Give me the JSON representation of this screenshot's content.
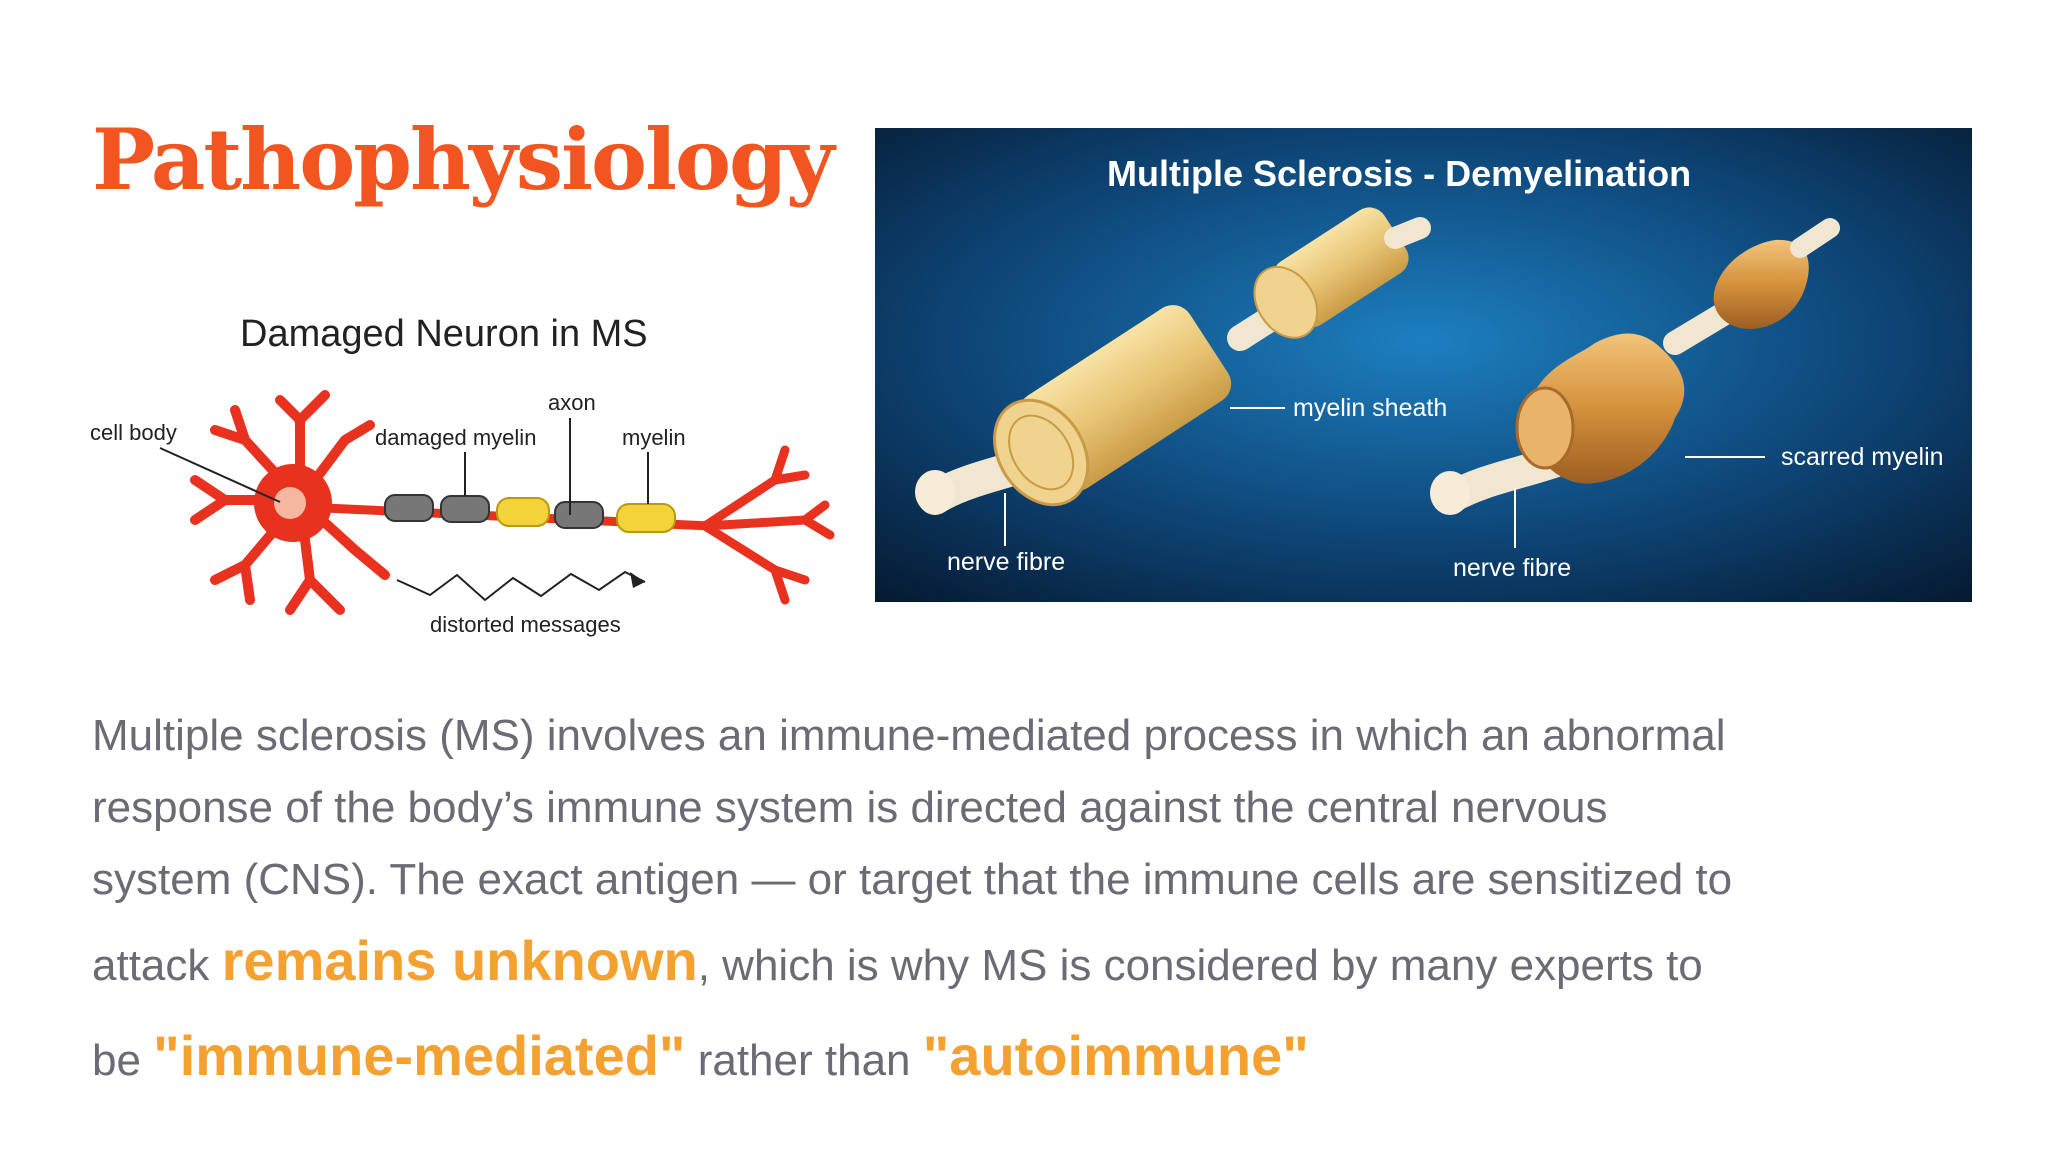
{
  "slide": {
    "title": "Pathophysiology",
    "left_figure": {
      "title": "Damaged Neuron in MS",
      "labels": {
        "cell_body": "cell body",
        "damaged_myelin": "damaged myelin",
        "axon": "axon",
        "myelin": "myelin",
        "distorted_messages": "distorted messages"
      }
    },
    "right_figure": {
      "title": "Multiple Sclerosis - Demyelination",
      "labels": {
        "myelin_sheath": "myelin sheath",
        "nerve_fibre_left": "nerve fibre",
        "scarred_myelin": "scarred myelin",
        "nerve_fibre_right": "nerve fibre"
      }
    },
    "paragraph": {
      "line1": "Multiple sclerosis (MS) involves an immune-mediated process in which an abnormal",
      "line2": "response of the body’s immune system is directed against the central nervous",
      "line3": "system (CNS). The exact antigen — or target that the immune cells are sensitized to",
      "line4_pre": "attack ",
      "line4_hl": "remains unknown",
      "line4_post": ", which is why MS is considered by many experts to",
      "line5_pre": "be ",
      "line5_hl1": "\"immune-mediated\"",
      "line5_mid": " rather than ",
      "line5_hl2": "\"autoimmune\""
    }
  }
}
